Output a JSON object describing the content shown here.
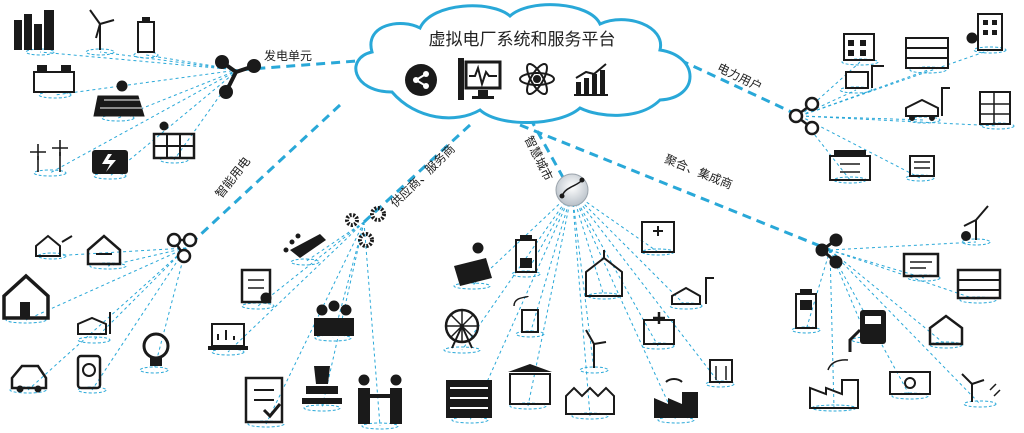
{
  "center": {
    "title": "虚拟电厂系统和服务平台",
    "icons": [
      "share-icon",
      "monitor-waveform-icon",
      "atom-icon",
      "bar-chart-icon"
    ]
  },
  "branches": {
    "generation": "发电单元",
    "users": "电力用户",
    "smart_power": "智能用电",
    "suppliers": "供应商、服务商",
    "smart_city": "智慧城市",
    "aggregators": "聚合、集成商"
  },
  "leaf_icons": {
    "generation": [
      "factory-icon",
      "wind-turbine-icon",
      "battery-icon",
      "car-battery-icon",
      "solar-panel-icon",
      "wind-turbines-icon",
      "energy-storage-icon",
      "solar-module-icon"
    ],
    "users": [
      "apartment-icon",
      "office-building-icon",
      "tower-building-icon",
      "factory-crane-icon",
      "ev-charging-icon",
      "shop-icon",
      "high-rise-icon",
      "storefront-icon"
    ],
    "smart_power": [
      "smart-home-plug-icon",
      "houses-icon",
      "house-icon",
      "ev-charger-icon",
      "lightbulb-icon",
      "electric-car-icon",
      "phone-icon"
    ],
    "suppliers": [
      "hand-coins-icon",
      "certificate-icon",
      "meeting-icon",
      "laptop-chart-icon",
      "checklist-icon",
      "stamp-icon",
      "handshake-icon"
    ],
    "smart_city": [
      "solar-panel-icon",
      "battery-icon",
      "hospital-icon",
      "church-icon",
      "ev-charging-icon",
      "ferris-wheel-icon",
      "eco-gas-station-icon",
      "wind-turbine-icon",
      "clinic-icon",
      "office-building-icon",
      "bank-icon",
      "town-houses-icon",
      "iot-factory-icon",
      "apartment-icon"
    ],
    "aggregators": [
      "wind-turbine-icon",
      "monitor-icon",
      "office-building-icon",
      "battery-icon",
      "fuel-pump-icon",
      "5g-house-icon",
      "eco-factory-icon",
      "car-battery-icon",
      "turbine-plug-icon"
    ]
  },
  "colors": {
    "link": "#29a8d8",
    "cloud_stroke": "#29a8d8",
    "icon": "#1a1a1a"
  }
}
